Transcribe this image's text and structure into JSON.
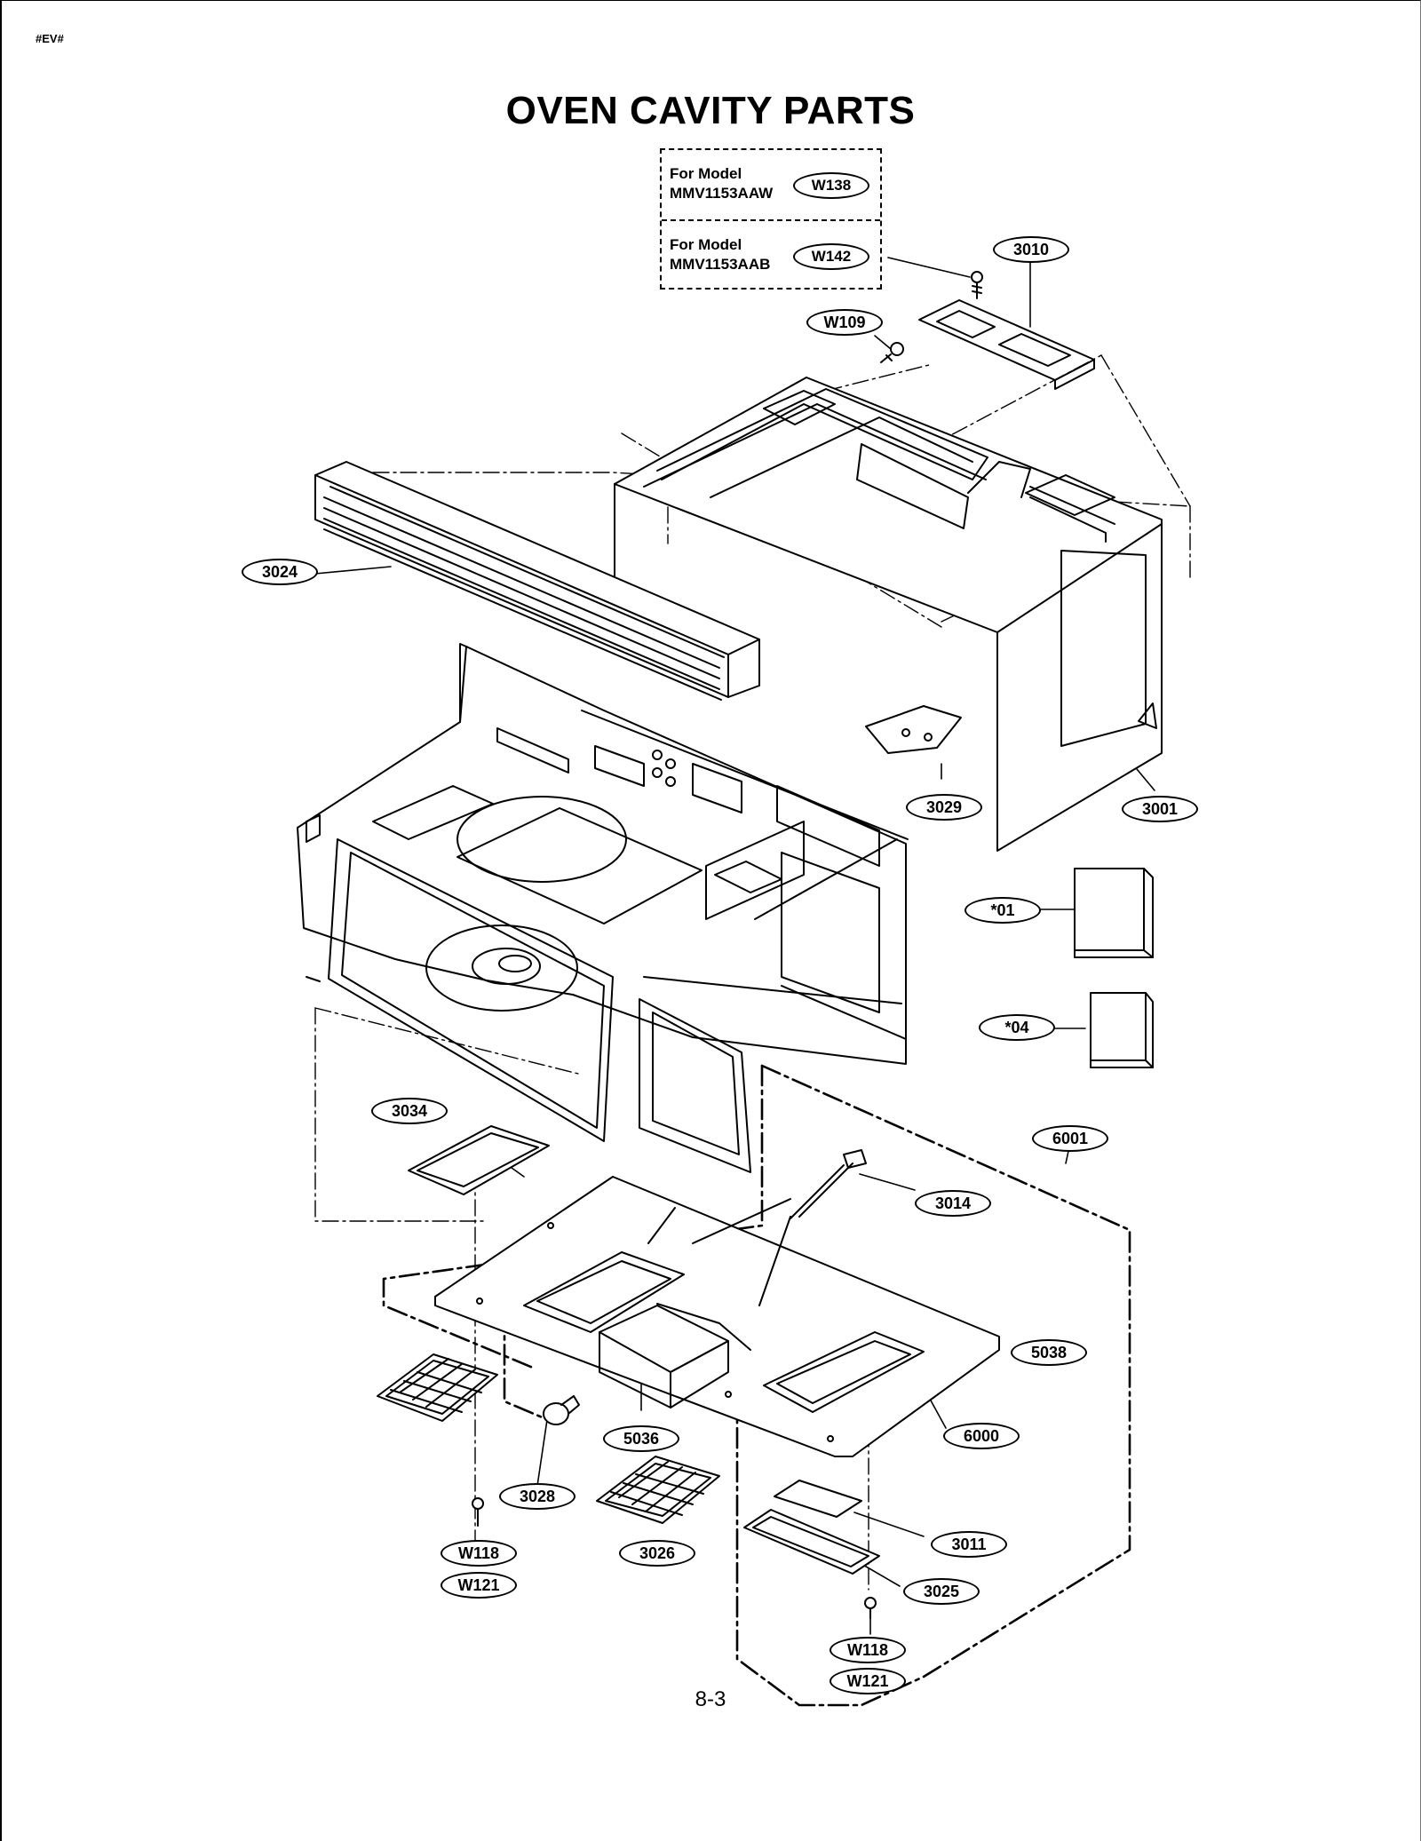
{
  "header": {
    "corner_mark": "#EV#",
    "title": "OVEN CAVITY PARTS"
  },
  "model_box": [
    {
      "label_line1": "For Model",
      "label_line2": "MMV1153AAW",
      "screw_code": "W138"
    },
    {
      "label_line1": "For Model",
      "label_line2": "MMV1153AAB",
      "screw_code": "W142"
    }
  ],
  "callouts": [
    {
      "id": "3010",
      "label": "3010"
    },
    {
      "id": "W109",
      "label": "W109"
    },
    {
      "id": "3024",
      "label": "3024"
    },
    {
      "id": "3029",
      "label": "3029"
    },
    {
      "id": "3001",
      "label": "3001"
    },
    {
      "id": "01",
      "label": "*01"
    },
    {
      "id": "04",
      "label": "*04"
    },
    {
      "id": "3034",
      "label": "3034"
    },
    {
      "id": "6001",
      "label": "6001"
    },
    {
      "id": "3014",
      "label": "3014"
    },
    {
      "id": "5038",
      "label": "5038"
    },
    {
      "id": "5036",
      "label": "5036"
    },
    {
      "id": "6000",
      "label": "6000"
    },
    {
      "id": "3028",
      "label": "3028"
    },
    {
      "id": "W118a",
      "label": "W118"
    },
    {
      "id": "W121a",
      "label": "W121"
    },
    {
      "id": "3026",
      "label": "3026"
    },
    {
      "id": "3011",
      "label": "3011"
    },
    {
      "id": "3025",
      "label": "3025"
    },
    {
      "id": "W118b",
      "label": "W118"
    },
    {
      "id": "W121b",
      "label": "W121"
    }
  ],
  "footer": {
    "page_number": "8-3"
  }
}
